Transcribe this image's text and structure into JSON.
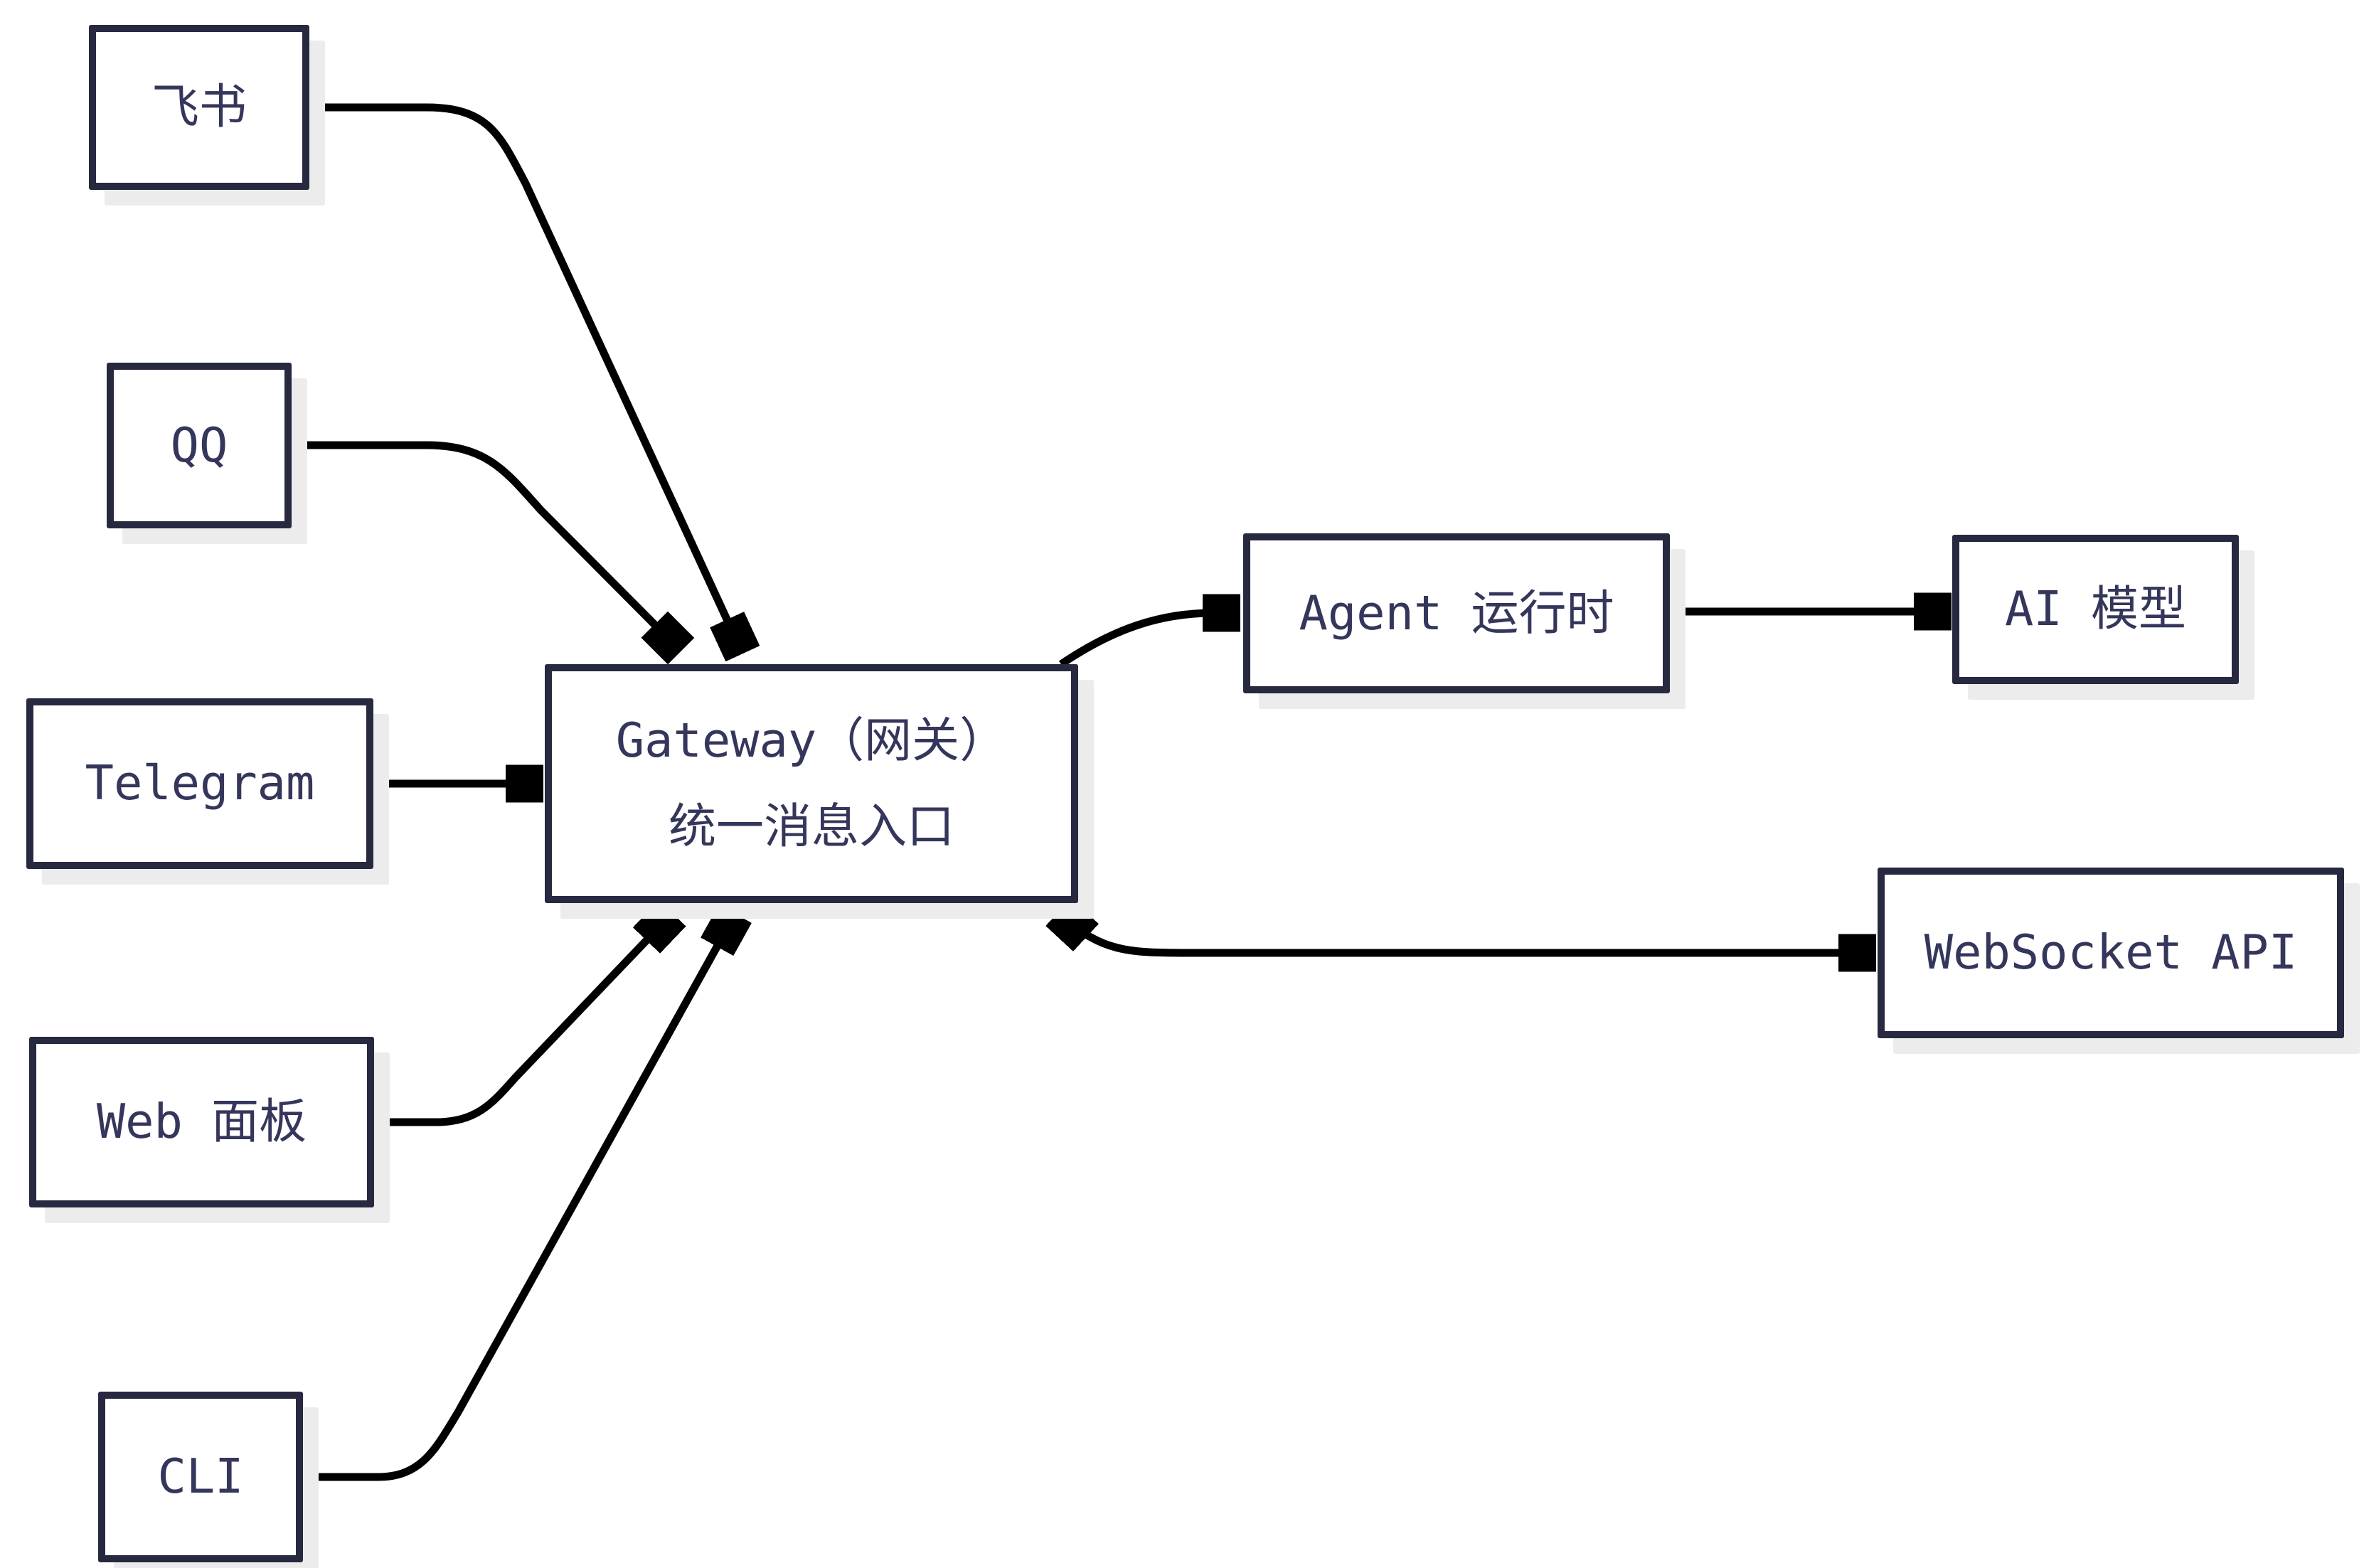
{
  "colors": {
    "box_border": "#262940",
    "box_fill": "#ffffff",
    "label_text": "#34365b",
    "arrow": "#000000",
    "shadow": "#ececec",
    "background": "#ffffff"
  },
  "nodes": {
    "feishu": {
      "label": "飞书"
    },
    "qq": {
      "label": "QQ"
    },
    "telegram": {
      "label": "Telegram"
    },
    "web_panel": {
      "label": "Web 面板"
    },
    "cli": {
      "label": "CLI"
    },
    "gateway": {
      "label_line1": "Gateway（网关）",
      "label_line2": "统一消息入口"
    },
    "agent_runtime": {
      "label": "Agent 运行时"
    },
    "ai_model": {
      "label": "AI 模型"
    },
    "websocket_api": {
      "label": "WebSocket API"
    }
  },
  "edges": [
    {
      "from": "feishu",
      "to": "gateway",
      "arrow": "one-way"
    },
    {
      "from": "qq",
      "to": "gateway",
      "arrow": "one-way"
    },
    {
      "from": "telegram",
      "to": "gateway",
      "arrow": "one-way"
    },
    {
      "from": "web_panel",
      "to": "gateway",
      "arrow": "one-way"
    },
    {
      "from": "cli",
      "to": "gateway",
      "arrow": "one-way"
    },
    {
      "from": "gateway",
      "to": "agent_runtime",
      "arrow": "one-way"
    },
    {
      "from": "agent_runtime",
      "to": "ai_model",
      "arrow": "one-way"
    },
    {
      "from": "gateway",
      "to": "websocket_api",
      "arrow": "two-way"
    }
  ]
}
